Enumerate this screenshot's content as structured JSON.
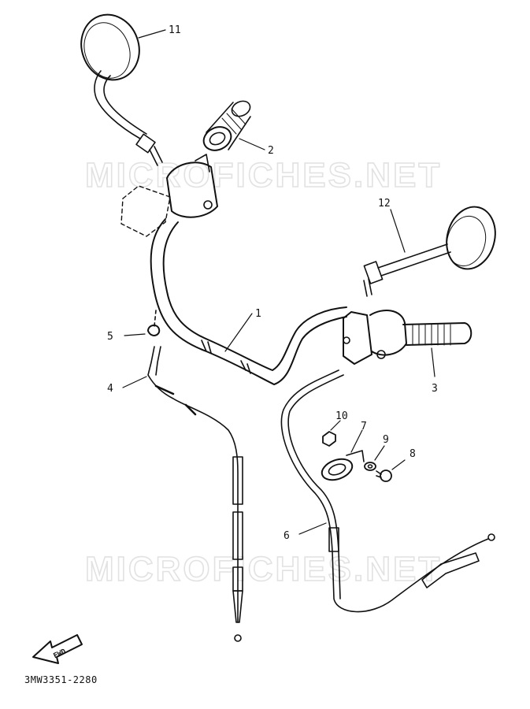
{
  "watermark": "MICROFICHES.NET",
  "diagram_code": "3MW3351-2280",
  "direction_label": "FWD",
  "callouts": [
    "1",
    "2",
    "3",
    "4",
    "5",
    "6",
    "7",
    "8",
    "9",
    "10",
    "11",
    "12"
  ]
}
